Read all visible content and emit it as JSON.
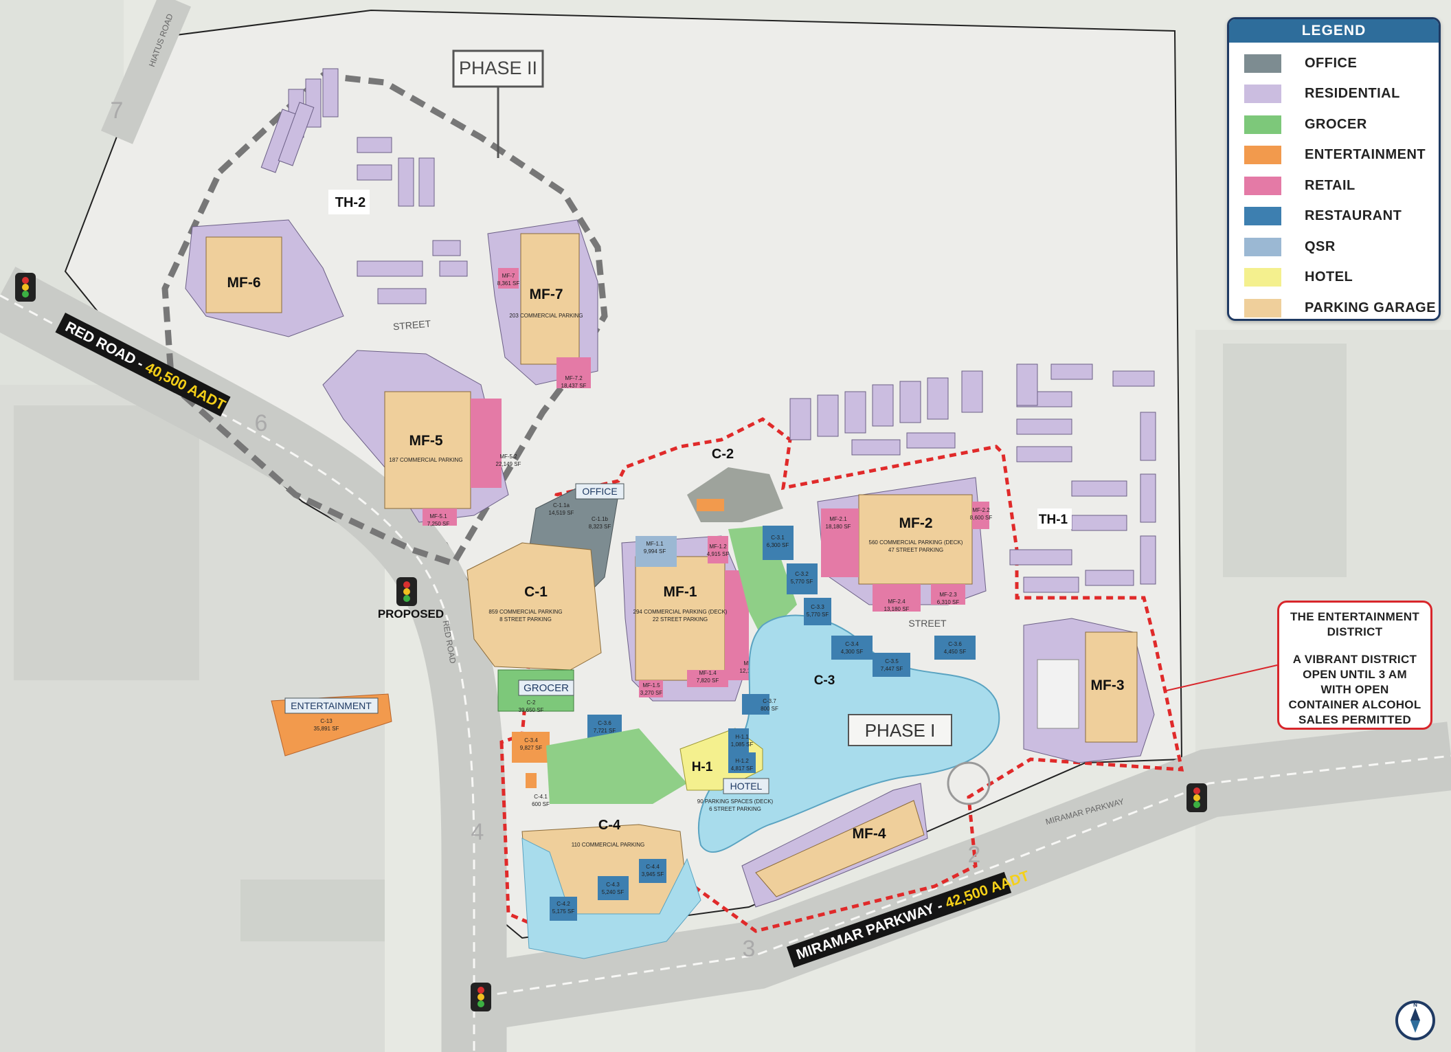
{
  "legend": {
    "title": "LEGEND",
    "items": [
      {
        "label": "OFFICE",
        "color": "#7d8c91"
      },
      {
        "label": "RESIDENTIAL",
        "color": "#cbbde0"
      },
      {
        "label": "GROCER",
        "color": "#7dc87a"
      },
      {
        "label": "ENTERTAINMENT",
        "color": "#f29a4d"
      },
      {
        "label": "RETAIL",
        "color": "#e47aa6"
      },
      {
        "label": "RESTAURANT",
        "color": "#3d7fb0"
      },
      {
        "label": "QSR",
        "color": "#9bb8d3"
      },
      {
        "label": "HOTEL",
        "color": "#f4f08e"
      },
      {
        "label": "PARKING GARAGE",
        "color": "#efcf9b"
      }
    ]
  },
  "callout": {
    "title_line1": "THE ENTERTAINMENT",
    "title_line2": "DISTRICT",
    "body_line1": "A VIBRANT DISTRICT",
    "body_line2": "OPEN UNTIL 3 AM",
    "body_line3": "WITH OPEN",
    "body_line4": "CONTAINER ALCOHOL",
    "body_line5": "SALES PERMITTED"
  },
  "roads": {
    "red_road_name": "RED ROAD - ",
    "red_road_aadt": "40,500 AADT",
    "miramar_name": "MIRAMAR PARKWAY - ",
    "miramar_aadt": "42,500 AADT",
    "proposed": "PROPOSED"
  },
  "phases": {
    "phase1": "PHASE I",
    "phase2": "PHASE II"
  },
  "parcels": {
    "th2": "TH-2",
    "mf6": "MF-6",
    "mf7": "MF-7",
    "mf5": "MF-5",
    "c2": "C-2",
    "th1": "TH-1",
    "mf2": "MF-2",
    "c1": "C-1",
    "mf1": "MF-1",
    "c3": "C-3",
    "mf3": "MF-3",
    "h1": "H-1",
    "c4": "C-4",
    "mf4": "MF-4"
  },
  "tags": {
    "office": "OFFICE",
    "grocer": "GROCER",
    "hotel": "HOTEL",
    "entertainment": "ENTERTAINMENT"
  },
  "notes": {
    "mf7": "203 COMMERCIAL PARKING",
    "mf5": "187 COMMERCIAL PARKING",
    "mf2a": "560 COMMERCIAL PARKING (DECK)",
    "mf2b": "47 STREET PARKING",
    "c1a": "859 COMMERCIAL PARKING",
    "c1b": "8 STREET PARKING",
    "mf1a": "294 COMMERCIAL PARKING (DECK)",
    "mf1b": "22 STREET PARKING",
    "h1a": "90 PARKING SPACES (DECK)",
    "h1b": "6 STREET PARKING",
    "c4": "110 COMMERCIAL PARKING"
  },
  "unit_labels": {
    "mf7_1": "MF-7",
    "mf7_1sf": "8,361 SF",
    "mf7_2": "MF-7.2",
    "mf7_2sf": "18,437 SF",
    "mf5_1": "MF-5.1",
    "mf5_1sf": "7,250 SF",
    "mf5_2": "MF-5.2",
    "mf5_2sf": "22,149 SF",
    "c1_1a": "C-1.1a",
    "c1_1asf": "14,519 SF",
    "c1_1b": "C-1.1b",
    "c1_1bsf": "8,323 SF",
    "mf1_1": "MF-1.1",
    "mf1_1sf": "9,994 SF",
    "mf1_2": "MF-1.2",
    "mf1_2sf": "4,915 SF",
    "mf1_3": "MF-1.3",
    "mf1_3sf": "12,120 SF",
    "mf1_4": "MF-1.4",
    "mf1_4sf": "7,820 SF",
    "mf1_5": "MF-1.5",
    "mf1_5sf": "3,270 SF",
    "c2_1": "C-2",
    "c2_1sf": "39,650 SF",
    "c3_4": "C-3.4",
    "c3_4sf": "9,827 SF",
    "c3_6": "C-3.6",
    "c3_6sf": "7,721 SF",
    "c4_1": "C-4.1",
    "c4_1sf": "600 SF",
    "c13": "C-13",
    "c13sf": "35,891 SF",
    "mf2_1": "MF-2.1",
    "mf2_1sf": "18,180 SF",
    "mf2_2": "MF-2.2",
    "mf2_2sf": "8,600 SF",
    "mf2_3": "MF-2.3",
    "mf2_3sf": "6,310 SF",
    "mf2_4": "MF-2.4",
    "mf2_4sf": "13,180 SF",
    "c3_1": "C-3.1",
    "c3_1sf": "6,300 SF",
    "c3_2": "C-3.2",
    "c3_2sf": "5,770 SF",
    "c3_3": "C-3.3",
    "c3_3sf": "5,770 SF",
    "c3_4b": "C-3.4",
    "c3_4bsf": "4,300 SF",
    "c3_5": "C-3.5",
    "c3_5sf": "7,447 SF",
    "c3_6b": "C-3.6",
    "c3_6bsf": "4,450 SF",
    "c3_7": "C-3.7",
    "c3_7sf": "800 SF",
    "h1_1": "H-1.1",
    "h1_1sf": "1,085 SF",
    "h1_2": "H-1.2",
    "h1_2sf": "4,817 SF",
    "c4_2": "C-4.2",
    "c4_2sf": "5,175 SF",
    "c4_3": "C-4.3",
    "c4_3sf": "5,240 SF",
    "c4_4": "C-4.4",
    "c4_4sf": "3,945 SF"
  },
  "street_labels": {
    "street": "STREET",
    "hiatus": "HIATUS ROAD",
    "red": "RED ROAD",
    "miramar": "MIRAMAR PARKWAY"
  },
  "road_numbers": {
    "n7": "7",
    "n6": "6",
    "n4": "4",
    "n3": "3",
    "n2": "2"
  },
  "compass": {
    "north": "N"
  }
}
